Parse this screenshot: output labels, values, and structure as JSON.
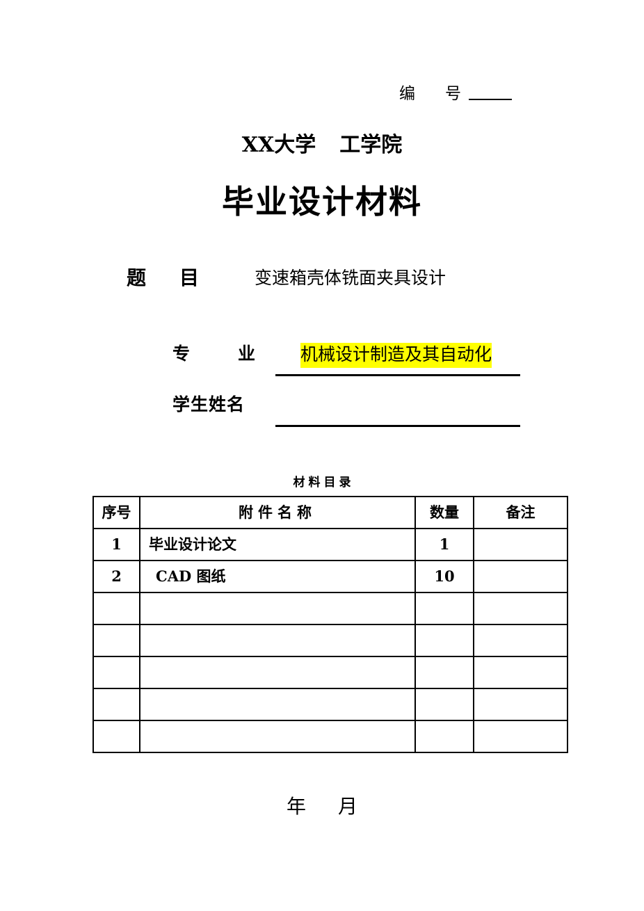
{
  "document": {
    "serial": {
      "label": "编　号",
      "value": ""
    },
    "school": {
      "university": "XX大学",
      "college": "工学院"
    },
    "title": "毕业设计材料",
    "fields": {
      "topic_label": "题　目",
      "topic_value": "变速箱壳体铣面夹具设计",
      "major_label": "专　业",
      "major_value": "机械设计制造及其自动化",
      "major_highlight_color": "#FFFF00",
      "student_label": "学生姓名",
      "student_value": ""
    },
    "table": {
      "caption": "材料目录",
      "headers": [
        "序号",
        "附件名称",
        "数量",
        "备注"
      ],
      "rows": [
        {
          "no": "1",
          "name": "毕业设计论文",
          "qty": "1",
          "note": ""
        },
        {
          "no": "2",
          "name": "CAD 图纸",
          "qty": "10",
          "note": ""
        },
        {
          "no": "",
          "name": "",
          "qty": "",
          "note": ""
        },
        {
          "no": "",
          "name": "",
          "qty": "",
          "note": ""
        },
        {
          "no": "",
          "name": "",
          "qty": "",
          "note": ""
        },
        {
          "no": "",
          "name": "",
          "qty": "",
          "note": ""
        },
        {
          "no": "",
          "name": "",
          "qty": "",
          "note": ""
        }
      ]
    },
    "footer": {
      "year_label": "年",
      "month_label": "月"
    }
  }
}
